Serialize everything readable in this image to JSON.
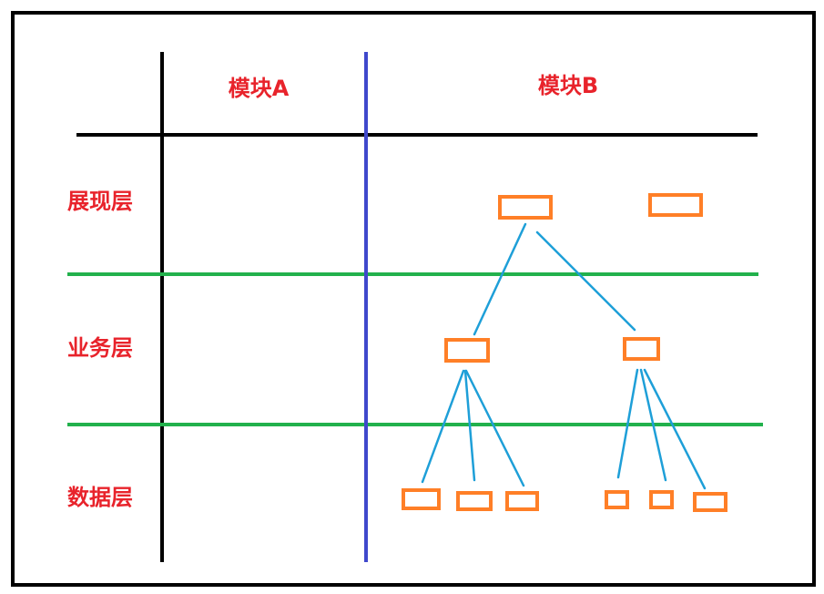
{
  "headers": {
    "module_a": "模块A",
    "module_b": "模块B"
  },
  "rows": {
    "presentation": "展现层",
    "business": "业务层",
    "data": "数据层"
  },
  "colors": {
    "frame": "#000000",
    "label": "#e8232b",
    "axis": "#000000",
    "module_divider": "#3f48cc",
    "layer_divider": "#22b14c",
    "box": "#ff7f27",
    "connector": "#1e9fd8"
  },
  "diagram": {
    "boxes": [
      {
        "id": "p1",
        "layer": "presentation"
      },
      {
        "id": "p2",
        "layer": "presentation"
      },
      {
        "id": "b1",
        "layer": "business"
      },
      {
        "id": "b2",
        "layer": "business"
      },
      {
        "id": "d1",
        "layer": "data"
      },
      {
        "id": "d2",
        "layer": "data"
      },
      {
        "id": "d3",
        "layer": "data"
      },
      {
        "id": "d4",
        "layer": "data"
      },
      {
        "id": "d5",
        "layer": "data"
      },
      {
        "id": "d6",
        "layer": "data"
      }
    ],
    "connections": [
      {
        "from": "p1",
        "to": "b1"
      },
      {
        "from": "p1",
        "to": "b2"
      },
      {
        "from": "b1",
        "to": "d1"
      },
      {
        "from": "b1",
        "to": "d2"
      },
      {
        "from": "b1",
        "to": "d3"
      },
      {
        "from": "b2",
        "to": "d4"
      },
      {
        "from": "b2",
        "to": "d5"
      },
      {
        "from": "b2",
        "to": "d6"
      }
    ]
  }
}
